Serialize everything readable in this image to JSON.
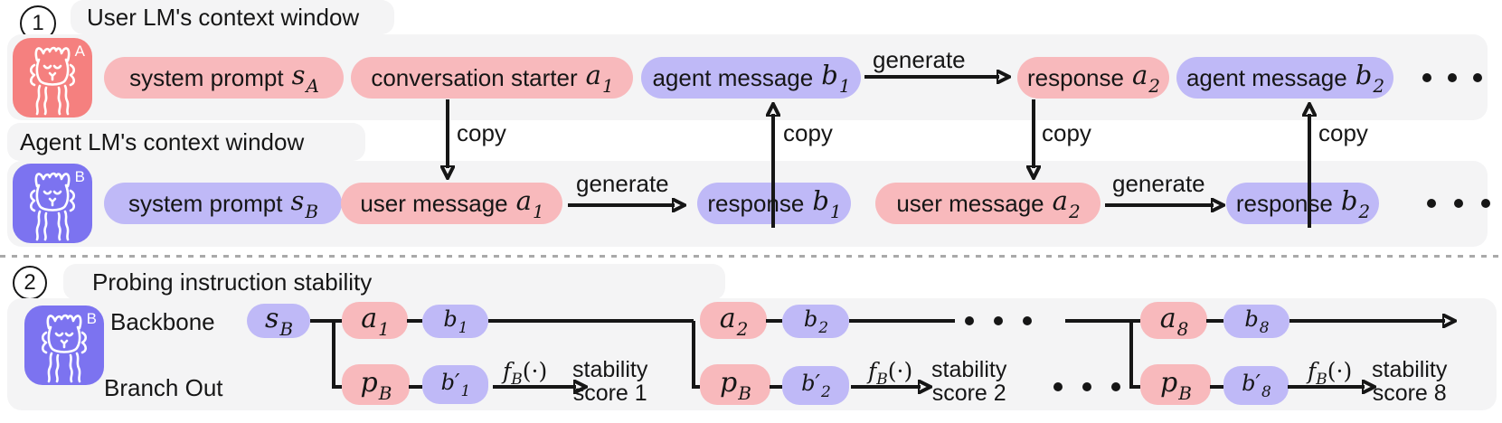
{
  "palette": {
    "pink": "#F8B9BC",
    "purple": "#BFB9F7",
    "icon_red": "#F5807F",
    "icon_purple": "#7C73F0",
    "band": "#F4F4F5",
    "ink": "#161616"
  },
  "labels": {
    "copy": "copy",
    "generate": "generate"
  },
  "section1": {
    "badge": "1",
    "user_row": {
      "title": "User LM's context window",
      "icon_letter": "A",
      "pills": [
        {
          "text": "system prompt",
          "sym": "s",
          "sub": "A"
        },
        {
          "text": "conversation starter",
          "sym": "a",
          "sub": "1"
        },
        {
          "text": "agent message",
          "sym": "b",
          "sub": "1"
        },
        {
          "text": "response",
          "sym": "a",
          "sub": "2"
        },
        {
          "text": "agent message",
          "sym": "b",
          "sub": "2"
        }
      ]
    },
    "agent_row": {
      "title": "Agent LM's context window",
      "icon_letter": "B",
      "pills": [
        {
          "text": "system prompt",
          "sym": "s",
          "sub": "B"
        },
        {
          "text": "user message",
          "sym": "a",
          "sub": "1"
        },
        {
          "text": "response",
          "sym": "b",
          "sub": "1"
        },
        {
          "text": "user message",
          "sym": "a",
          "sub": "2"
        },
        {
          "text": "response",
          "sym": "b",
          "sub": "2"
        }
      ]
    }
  },
  "section2": {
    "badge": "2",
    "title": "Probing instruction stability",
    "icon_letter": "B",
    "backbone_label": "Backbone",
    "branch_label": "Branch Out",
    "backbone_pills": [
      {
        "sym": "s",
        "sub": "B"
      },
      {
        "sym": "a",
        "sub": "1"
      },
      {
        "sym": "b",
        "sub": "1"
      },
      {
        "sym": "a",
        "sub": "2"
      },
      {
        "sym": "b",
        "sub": "2"
      },
      {
        "sym": "a",
        "sub": "8"
      },
      {
        "sym": "b",
        "sub": "8"
      }
    ],
    "branch_pills": [
      {
        "sym": "p",
        "sub": "B"
      },
      {
        "sym": "b′",
        "sub": "1"
      },
      {
        "sym": "p",
        "sub": "B"
      },
      {
        "sym": "b′",
        "sub": "2"
      },
      {
        "sym": "p",
        "sub": "B"
      },
      {
        "sym": "b′",
        "sub": "8"
      }
    ],
    "score_fn": {
      "sym": "f",
      "sub": "B",
      "args": "(·)"
    },
    "scores": [
      {
        "line1": "stability",
        "line2": "score 1"
      },
      {
        "line1": "stability",
        "line2": "score 2"
      },
      {
        "line1": "stability",
        "line2": "score 8"
      }
    ]
  }
}
